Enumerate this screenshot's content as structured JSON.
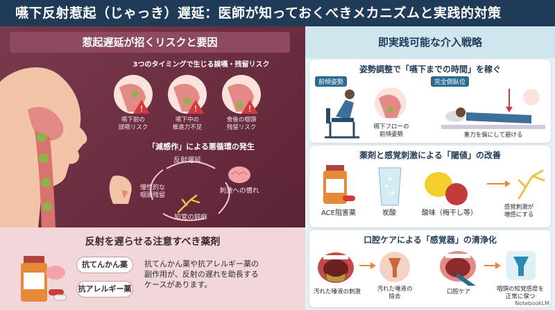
{
  "title": "嚥下反射惹起（じゃっき）遅延：医師が知っておくべきメカニズムと実践的対策",
  "left": {
    "header": "惹起遅延が招くリスクと要因",
    "timing_title": "3つのタイミングで生じる誤嚥・残留リスク",
    "timings": [
      {
        "line1": "嚥下前の",
        "line2": "誤嚥リスク"
      },
      {
        "line1": "嚥下中の",
        "line2": "推進力不足"
      },
      {
        "line1": "食後の咽頭",
        "line2": "残留リスク"
      }
    ],
    "cycle_title": "「減感作」による悪循環の発生",
    "cycle": {
      "top": "反射遅延",
      "right": "刺激への慣れ",
      "bottom": "知覚の鈍麻",
      "left_line1": "慢性的な",
      "left_line2": "咽頭残留"
    },
    "drug_header": "反射を遅らせる注意すべき薬剤",
    "drugs": [
      "抗てんかん薬",
      "抗アレルギー薬"
    ],
    "drug_desc": [
      "抗てんかん薬や抗アレルギー薬の",
      "副作用が、反射の遅れを助長する",
      "ケースがあります。"
    ]
  },
  "right": {
    "header": "即実践可能な介入戦略",
    "posture": {
      "title": "姿勢調整で「嚥下までの時間」を稼ぐ",
      "tag1": "前傾姿勢",
      "tag2": "完全側臥位",
      "cap1_line1": "嚥下フローの",
      "cap1_line2": "前傾姿勢",
      "cap2": "重力を偏にして避ける"
    },
    "threshold": {
      "title": "薬剤と感覚刺激による「閾値」の改善",
      "items": [
        "ACE阻害薬",
        "炭酸",
        "酸味（梅干し等）"
      ],
      "cap_line1": "感覚刺激が",
      "cap_line2": "増感にする"
    },
    "oral": {
      "title": "口腔ケアによる「感覚器」の清浄化",
      "items": [
        "汚れた唾液の刺激",
        "口腔ケア"
      ],
      "mid_line1": "汚れた唾液の",
      "mid_line2": "除去",
      "end_line1": "咽頭の知覚感度を",
      "end_line2": "正常に保つ"
    }
  },
  "logo": "NotebookLM",
  "colors": {
    "navy": "#1f3b57",
    "maroon": "#7a3a4c",
    "pink": "#f1d6da",
    "lightblue": "#e6f1f6",
    "warning": "#d23a3a"
  }
}
